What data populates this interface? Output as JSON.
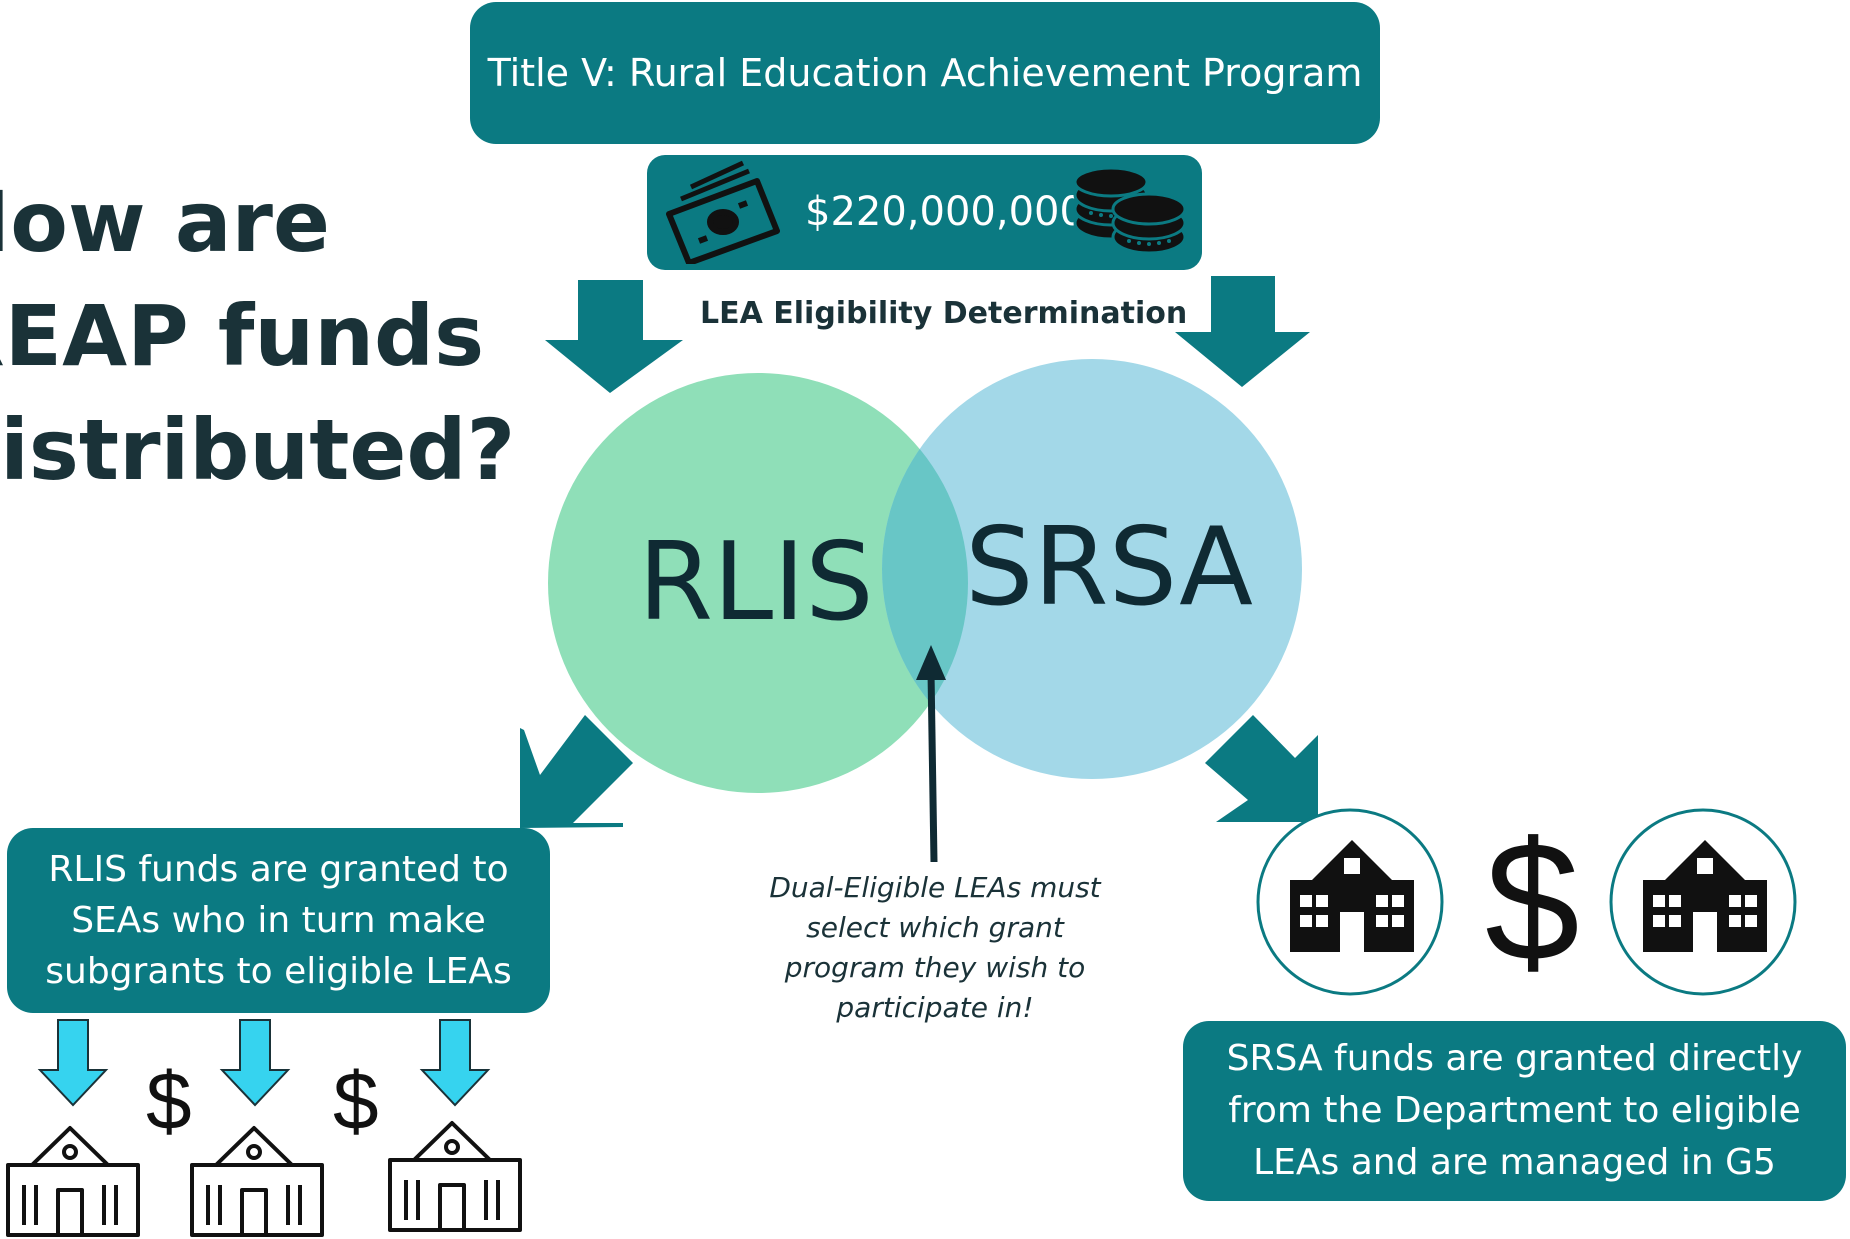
{
  "title": "Title V: Rural Education Achievement Program",
  "funding_amount": "$220,000,000",
  "headline_lines": [
    "How are",
    "REAP funds",
    "distributed?"
  ],
  "eligibility_label": "LEA Eligibility Determination",
  "circles": {
    "rlis": "RLIS",
    "srsa": "SRSA"
  },
  "dual_eligible_note": "Dual-Eligible LEAs must select which grant program they wish to participate in!",
  "rlis_description": "RLIS funds are granted to SEAs who in turn make subgrants to eligible LEAs",
  "srsa_description": "SRSA funds are granted directly from the Department to eligible LEAs and are managed in G5",
  "dollar_sign": "$",
  "icons": [
    "money-bill-icon",
    "coin-stack-icon",
    "school-building-icon",
    "down-arrow-icon"
  ],
  "colors": {
    "teal": "#0b7a82",
    "rlis_circle": "#8fdfb8",
    "srsa_circle": "#a3d8e8",
    "overlap": "#68c6c6",
    "light_arrow": "#36d3ef"
  }
}
